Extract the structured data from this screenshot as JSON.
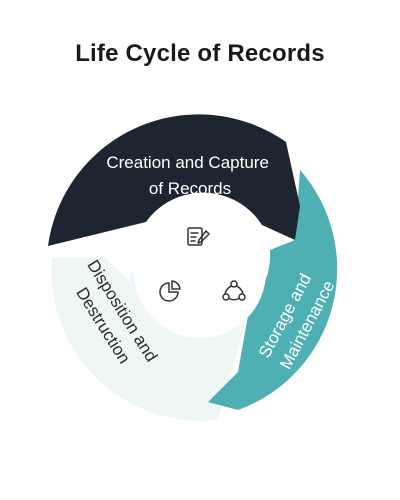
{
  "title": "Life Cycle of Records",
  "stages": [
    {
      "label_lines": [
        "Creation and Capture",
        "of Records"
      ],
      "icon": "edit-document-icon",
      "color": "#1d2630",
      "text_color": "#ffffff"
    },
    {
      "label_lines": [
        "Storage and",
        "Maintenance"
      ],
      "icon": "network-nodes-icon",
      "color": "#4fb0b3",
      "text_color": "#ffffff"
    },
    {
      "label_lines": [
        "Disposition and",
        "Destruction"
      ],
      "icon": "pie-chart-icon",
      "color": "#eef7f6",
      "text_color": "#2b2b2b"
    }
  ]
}
